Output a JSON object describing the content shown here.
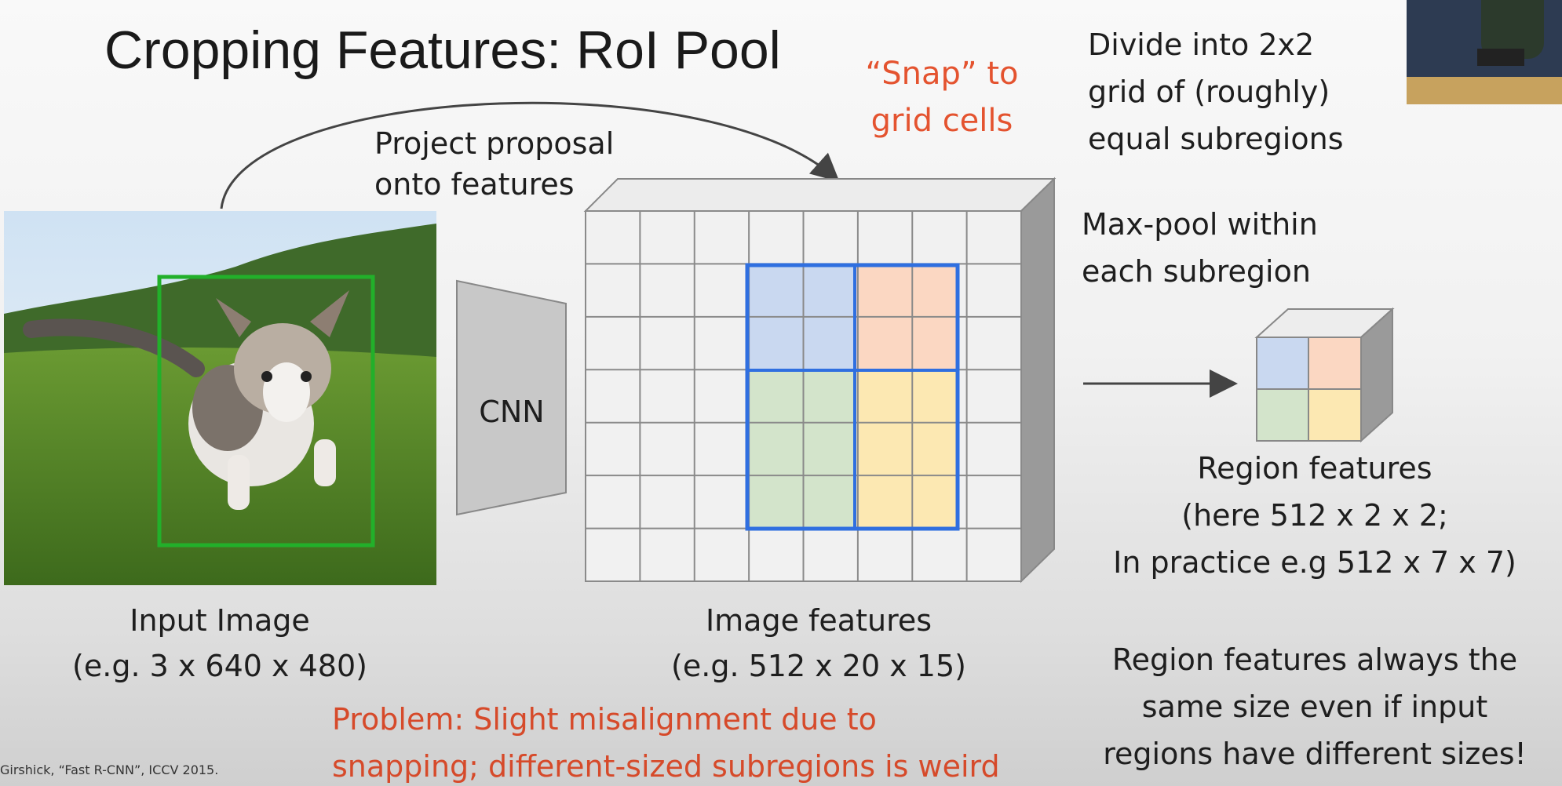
{
  "slide": {
    "title": "Cropping Features: RoI Pool",
    "project_label": [
      "Project proposal",
      "onto features"
    ],
    "snap_label": [
      "“Snap” to",
      "grid cells"
    ],
    "divide_label": [
      "Divide into 2x2",
      "grid of (roughly)",
      "equal subregions"
    ],
    "maxpool_label": [
      "Max-pool within",
      "each subregion"
    ],
    "cnn_label": "CNN",
    "input_caption": [
      "Input Image",
      "(e.g. 3 x 640 x 480)"
    ],
    "features_caption": [
      "Image features",
      "(e.g. 512 x 20 x 15)"
    ],
    "region_caption": [
      "Region features",
      "(here 512 x 2 x 2;",
      "In practice e.g 512 x 7 x 7)"
    ],
    "problem_note": [
      "Problem: Slight misalignment due to",
      "snapping; different-sized subregions is weird"
    ],
    "size_note": [
      "Region features always the",
      "same size even if input",
      "regions have different sizes!"
    ],
    "citation": "Girshick, “Fast R-CNN”, ICCV 2015."
  },
  "colors": {
    "roi_box": "#2f6fe0",
    "proposal_box": "#22b02a",
    "cell_blue": "#c9d8f0",
    "cell_orange": "#fbd7c2",
    "cell_green": "#d3e4cb",
    "cell_yellow": "#fce8b2",
    "accent": "#e4532f"
  },
  "grid": {
    "columns": 8,
    "rows": 7
  }
}
